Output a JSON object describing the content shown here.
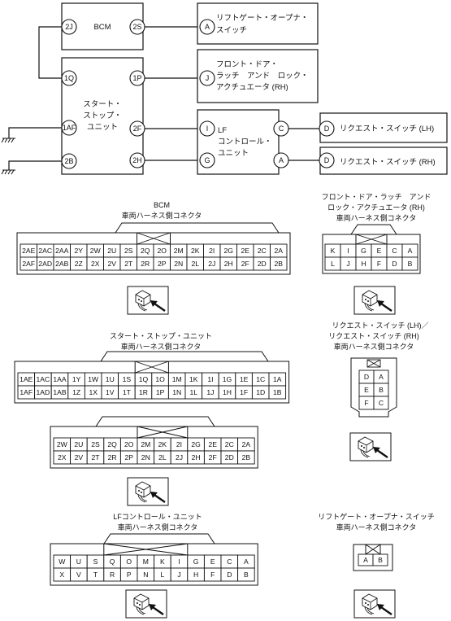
{
  "blocks": {
    "bcm": "BCM",
    "ss_unit": [
      "スタート・",
      "ストップ・",
      "ユニット"
    ],
    "lf_unit": [
      "LF",
      "コントロール・",
      "ユニット"
    ],
    "liftgate_switch": [
      "リフトゲート・オープナ・",
      "スイッチ"
    ],
    "front_door_actuator": [
      "フロント・ドア・",
      "ラッチ　アンド　ロック・",
      "アクチュエータ (RH)"
    ],
    "request_lh": "リクエスト・スイッチ (LH)",
    "request_rh": "リクエスト・スイッチ (RH)"
  },
  "terminals": {
    "bcm_2j": "2J",
    "bcm_2s": "2S",
    "ss_1q": "1Q",
    "ss_1p": "1P",
    "ss_1af": "1AF",
    "ss_2f": "2F",
    "ss_2b": "2B",
    "ss_2h": "2H",
    "lf_i": "I",
    "lf_g": "G",
    "lf_c": "C",
    "lf_a": "A",
    "lift_a": "A",
    "door_j": "J",
    "req_lh_d": "D",
    "req_rh_d": "D"
  },
  "connectors": {
    "bcm": {
      "title": [
        "BCM",
        "車両ハーネス側コネクタ"
      ],
      "row1": [
        "2AE",
        "2AC",
        "2AA",
        "2Y",
        "2W",
        "2U",
        "2S",
        "2Q",
        "2O",
        "2M",
        "2K",
        "2I",
        "2G",
        "2E",
        "2C",
        "2A"
      ],
      "row2": [
        "2AF",
        "2AD",
        "2AB",
        "2Z",
        "2X",
        "2V",
        "2T",
        "2R",
        "2P",
        "2N",
        "2L",
        "2J",
        "2H",
        "2F",
        "2D",
        "2B"
      ]
    },
    "ss1": {
      "title": [
        "スタート・ストップ・ユニット",
        "車両ハーネス側コネクタ"
      ],
      "row1": [
        "1AE",
        "1AC",
        "1AA",
        "1Y",
        "1W",
        "1U",
        "1S",
        "1Q",
        "1O",
        "1M",
        "1K",
        "1I",
        "1G",
        "1E",
        "1C",
        "1A"
      ],
      "row2": [
        "1AF",
        "1AD",
        "1AB",
        "1Z",
        "1X",
        "1V",
        "1T",
        "1R",
        "1P",
        "1N",
        "1L",
        "1J",
        "1H",
        "1F",
        "1D",
        "1B"
      ]
    },
    "ss2": {
      "row1": [
        "2W",
        "2U",
        "2S",
        "2Q",
        "2O",
        "2M",
        "2K",
        "2I",
        "2G",
        "2E",
        "2C",
        "2A"
      ],
      "row2": [
        "2X",
        "2V",
        "2T",
        "2R",
        "2P",
        "2N",
        "2L",
        "2J",
        "2H",
        "2F",
        "2D",
        "2B"
      ]
    },
    "lf": {
      "title": [
        "LFコントロール・ユニット",
        "車両ハーネス側コネクタ"
      ],
      "row1": [
        "W",
        "U",
        "S",
        "Q",
        "O",
        "M",
        "K",
        "I",
        "G",
        "E",
        "C",
        "A"
      ],
      "row2": [
        "X",
        "V",
        "T",
        "R",
        "P",
        "N",
        "L",
        "J",
        "H",
        "F",
        "D",
        "B"
      ]
    },
    "door": {
      "title": [
        "フロント・ドア・ラッチ　アンド",
        "ロック・アクチュエータ (RH)",
        "車両ハーネス側コネクタ"
      ],
      "row1": [
        "K",
        "I",
        "G",
        "E",
        "C",
        "A"
      ],
      "row2": [
        "L",
        "J",
        "H",
        "F",
        "D",
        "B"
      ]
    },
    "request": {
      "title": [
        "リクエスト・スイッチ (LH)／",
        "リクエスト・スイッチ (RH)",
        "車両ハーネス側コネクタ"
      ],
      "rows": [
        [
          "D",
          "A"
        ],
        [
          "E",
          "B"
        ],
        [
          "F",
          "C"
        ]
      ]
    },
    "liftgate": {
      "title": [
        "リフトゲート・オープナ・スイッチ",
        "車両ハーネス側コネクタ"
      ],
      "row1": [
        "A",
        "B"
      ]
    }
  }
}
